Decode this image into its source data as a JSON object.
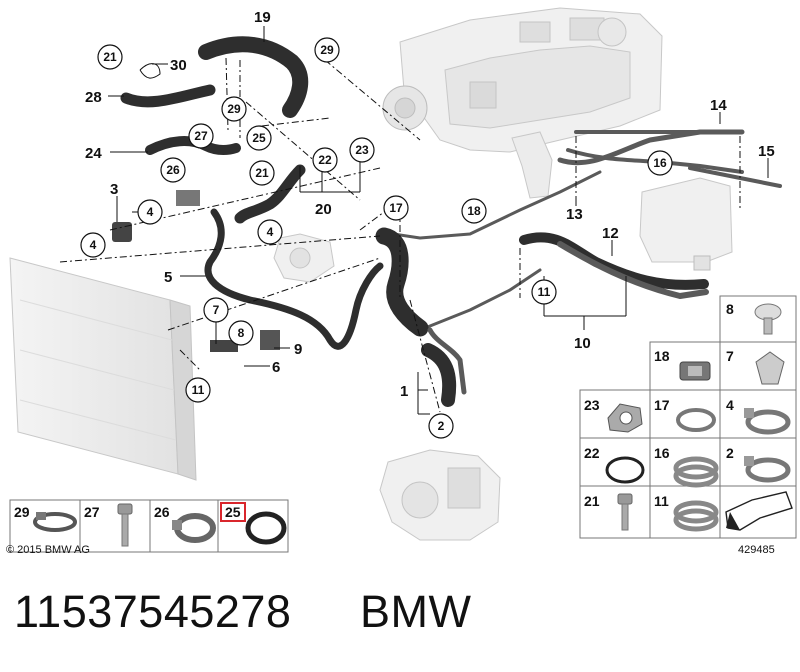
{
  "diagram": {
    "callouts": [
      "21",
      "29",
      "29",
      "25",
      "27",
      "26",
      "4",
      "4",
      "4",
      "22",
      "23",
      "21",
      "17",
      "18",
      "16",
      "7",
      "8",
      "11",
      "2",
      "11"
    ],
    "labels": [
      "19",
      "30",
      "28",
      "24",
      "3",
      "5",
      "20",
      "14",
      "15",
      "13",
      "12",
      "10",
      "9",
      "6",
      "1"
    ],
    "copyright": "© 2015 BMW AG",
    "image_number": "429485",
    "key_grid": [
      {
        "id": "8"
      },
      {
        "id": "18"
      },
      {
        "id": "7"
      },
      {
        "id": "23"
      },
      {
        "id": "17"
      },
      {
        "id": "4"
      },
      {
        "id": "22"
      },
      {
        "id": "16"
      },
      {
        "id": "2"
      },
      {
        "id": "21"
      },
      {
        "id": "11"
      }
    ],
    "key_strip": [
      {
        "id": "29"
      },
      {
        "id": "27"
      },
      {
        "id": "26"
      },
      {
        "id": "25",
        "highlight_color": "#d9262c"
      }
    ]
  },
  "footer": {
    "part_number": "11537545278",
    "brand": "BMW"
  }
}
